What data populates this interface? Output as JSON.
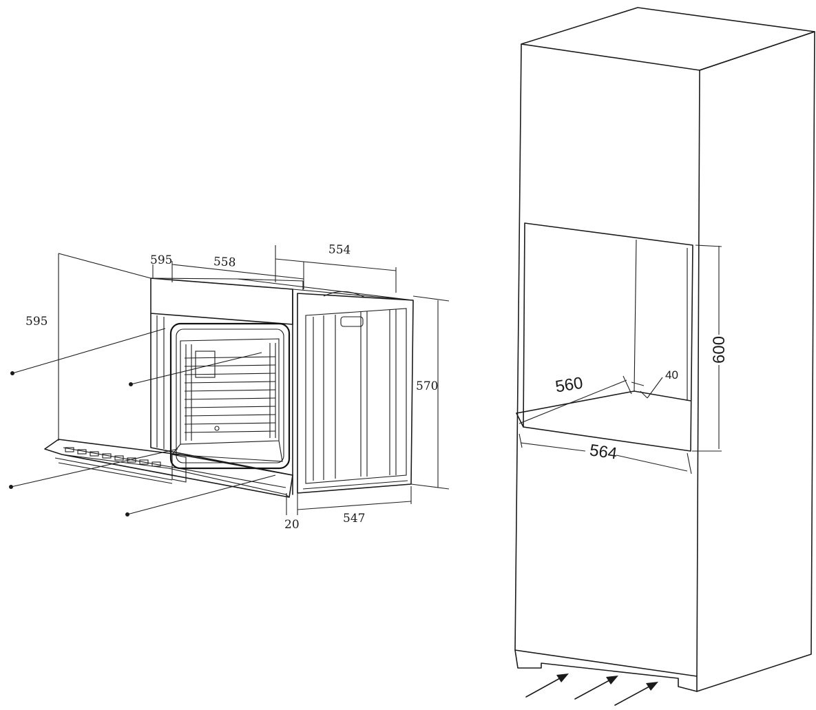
{
  "oven_dimensions": {
    "width_top": "595",
    "height_left": "595",
    "depth_body": "558",
    "depth_side": "554",
    "height_side": "570",
    "door_thickness": "20",
    "depth_bottom": "547"
  },
  "cabinet_dimensions": {
    "niche_depth": "560",
    "clearance": "40",
    "niche_height": "600",
    "niche_width": "564"
  }
}
